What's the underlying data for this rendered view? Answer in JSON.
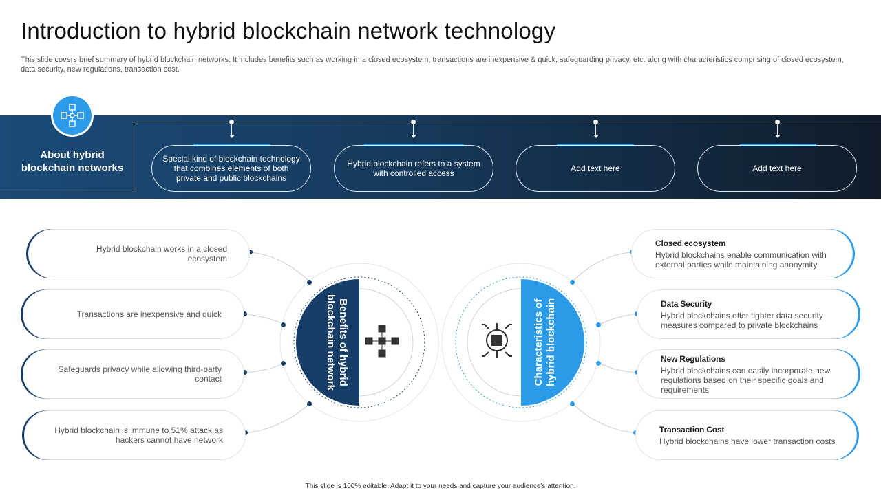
{
  "title": "Introduction to hybrid blockchain network technology",
  "subtitle": "This slide covers brief summary of hybrid blockchain networks. It includes benefits such as working in a closed ecosystem, transactions are inexpensive & quick, safeguarding privacy, etc. along with characteristics comprising of closed ecosystem, data security, new regulations, transaction cost.",
  "about": {
    "label_line1": "About hybrid",
    "label_line2": "blockchain networks",
    "icon": "blockchain-network-icon",
    "cards": [
      "Special kind of blockchain technology that combines elements of both private and public blockchains",
      "Hybrid blockchain refers to a system with controlled access",
      "Add text here",
      "Add text here"
    ]
  },
  "benefits": {
    "heading_line1": "Benefits of hybrid",
    "heading_line2": "blockchain network",
    "icon": "blockchain-cubes-icon",
    "items": [
      "Hybrid blockchain works in a closed ecosystem",
      "Transactions are inexpensive and quick",
      "Safeguards privacy while allowing third-party contact",
      "Hybrid blockchain is immune to 51% attack as hackers cannot have network"
    ]
  },
  "characteristics": {
    "heading_line1": "Characteristics of",
    "heading_line2": "hybrid blockchain",
    "icon": "blockchain-chip-icon",
    "items": [
      {
        "title": "Closed ecosystem",
        "text": "Hybrid blockchains enable communication with external parties while maintaining anonymity"
      },
      {
        "title": "Data Security",
        "text": "Hybrid blockchains offer tighter data security measures compared to private blockchains"
      },
      {
        "title": "New Regulations",
        "text": "Hybrid blockchains can easily incorporate new regulations based on their specific goals and requirements"
      },
      {
        "title": "Transaction Cost",
        "text": "Hybrid blockchains have lower transaction costs"
      }
    ]
  },
  "colors": {
    "dark_navy": "#173e66",
    "accent_blue": "#2b9be8"
  },
  "footer": "This slide is 100% editable. Adapt it to your needs and capture your audience's attention."
}
